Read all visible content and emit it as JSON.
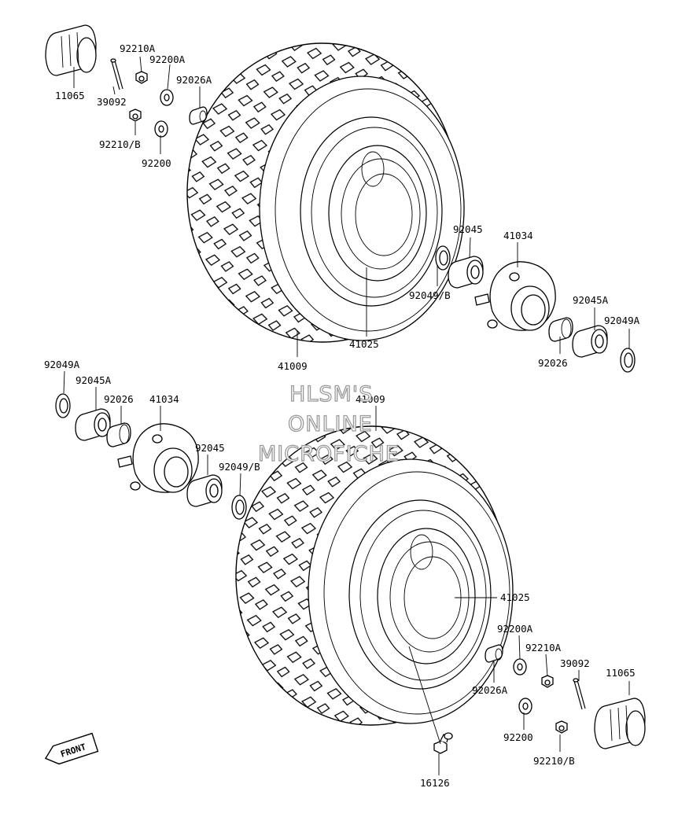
{
  "labels": {
    "top": {
      "p11065": "11065",
      "p39092": "39092",
      "p92210A": "92210A",
      "p92200A": "92200A",
      "p92026A": "92026A",
      "p92210B": "92210/B",
      "p92200": "92200",
      "p92045": "92045",
      "p41034": "41034",
      "p92049B": "92049/B",
      "p92045A": "92045A",
      "p92049A": "92049A",
      "p92026": "92026",
      "p41025": "41025",
      "p41009": "41009"
    },
    "bottom": {
      "p92049A": "92049A",
      "p92045A": "92045A",
      "p92026": "92026",
      "p41034": "41034",
      "p41009": "41009",
      "p92045": "92045",
      "p92049B": "92049/B",
      "p41025": "41025",
      "p92200A": "92200A",
      "p92210A": "92210A",
      "p39092": "39092",
      "p11065": "11065",
      "p92026A": "92026A",
      "p92200": "92200",
      "p92210B": "92210/B",
      "p16126": "16126"
    }
  },
  "front_marker": "FRONT",
  "watermark": {
    "line1": "HLSM'S",
    "line2": "ONLINE",
    "line3": "MICROFICHE"
  }
}
